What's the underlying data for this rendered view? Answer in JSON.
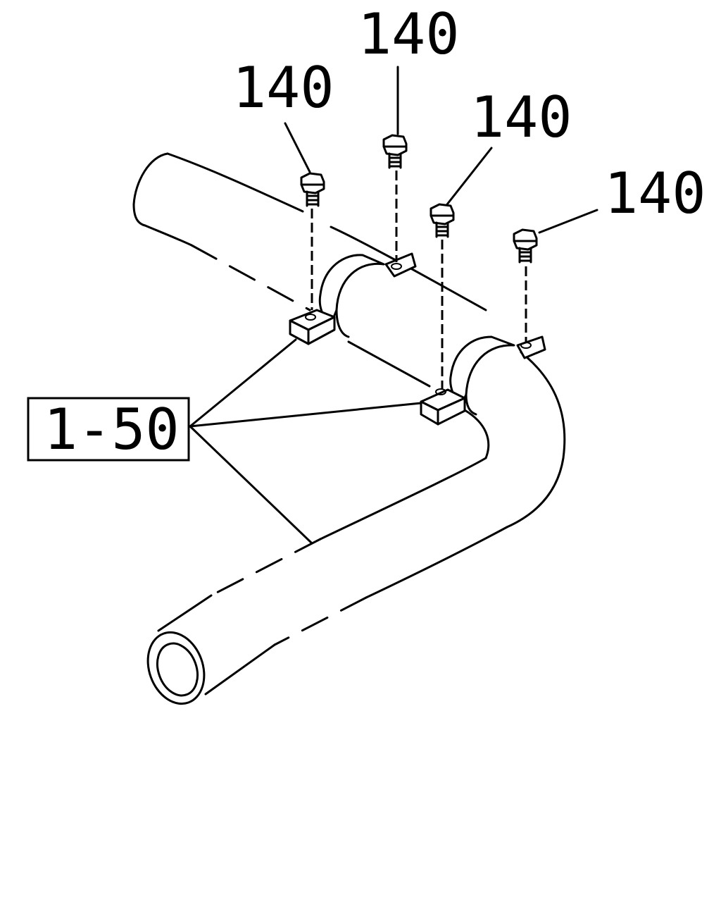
{
  "callouts": {
    "bolt_a": "140",
    "bolt_b": "140",
    "bolt_c": "140",
    "bolt_d": "140",
    "clamp_ref": "1-50"
  }
}
